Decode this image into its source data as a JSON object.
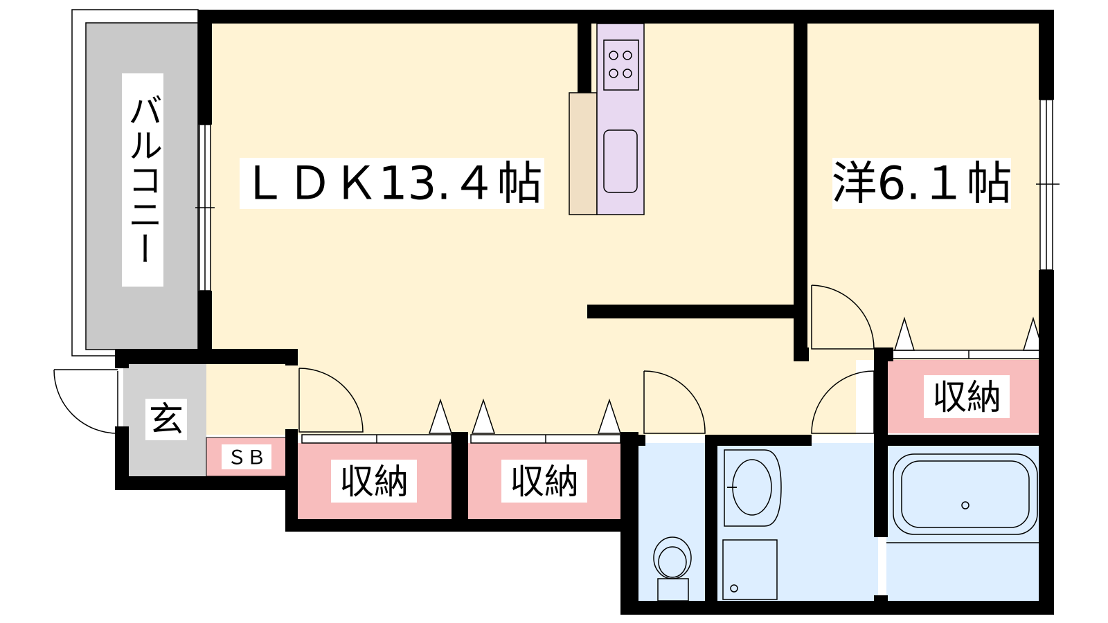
{
  "rooms": {
    "ldk": "ＬＤＫ13.４帖",
    "western": "洋6.１帖",
    "balcony": "バルコニー",
    "entrance": "玄",
    "shoe_box": "ＳＢ",
    "storage_left": "収納",
    "storage_middle": "収納",
    "storage_right": "収納"
  },
  "colors": {
    "floor": "#FFF3D4",
    "storage": "#F8BDBD",
    "wet_area": "#DDEEFF",
    "balcony": "#C9C9C9",
    "entrance": "#D2D2D2",
    "kitchen_counter": "#E8D9F1",
    "shelf": "#F0DFC4",
    "wall": "#000000"
  }
}
